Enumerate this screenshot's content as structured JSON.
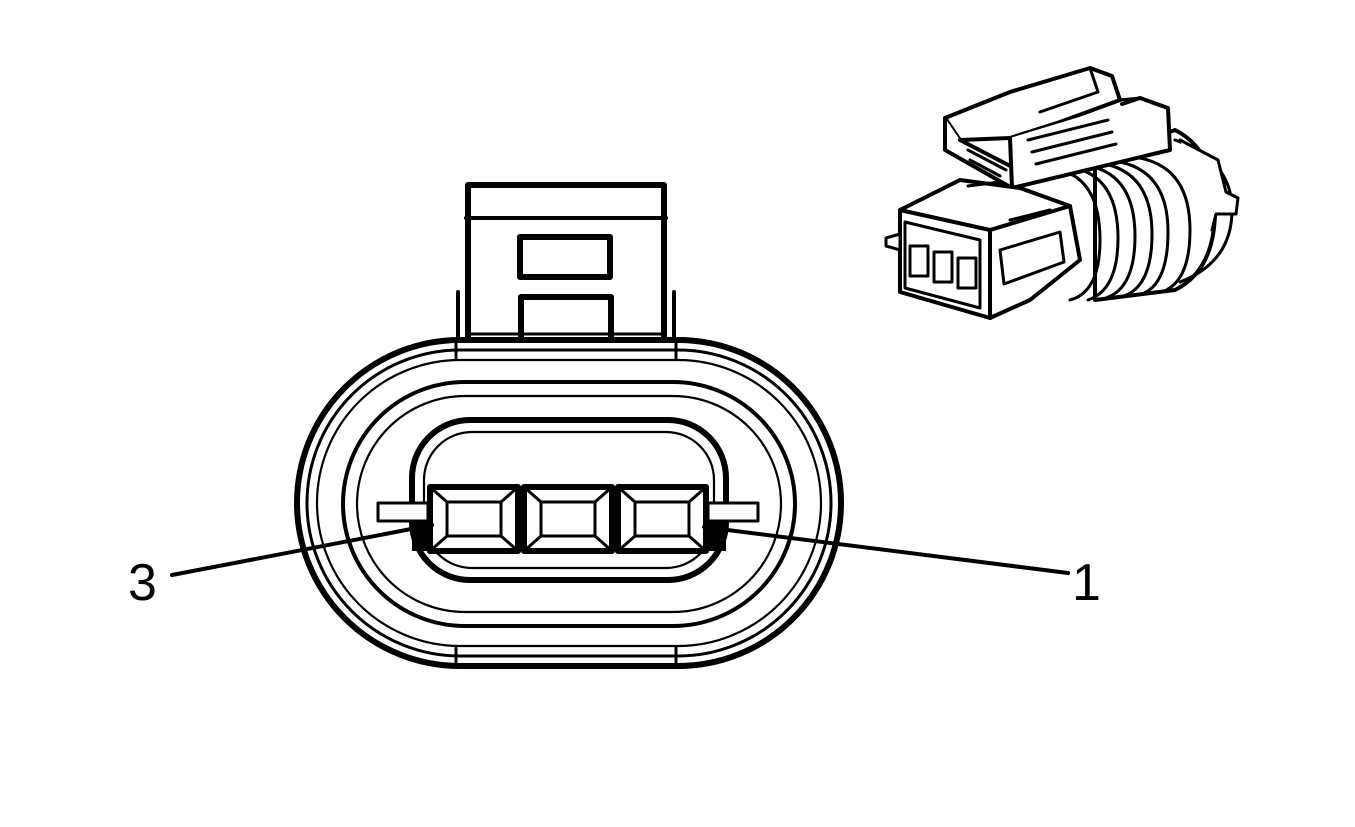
{
  "diagram": {
    "pin_labels": [
      {
        "id": "pin-3",
        "text": "3"
      },
      {
        "id": "pin-1",
        "text": "1"
      }
    ],
    "connector_cavities": 3,
    "colors": {
      "line": "#000000",
      "background": "#ffffff"
    }
  }
}
